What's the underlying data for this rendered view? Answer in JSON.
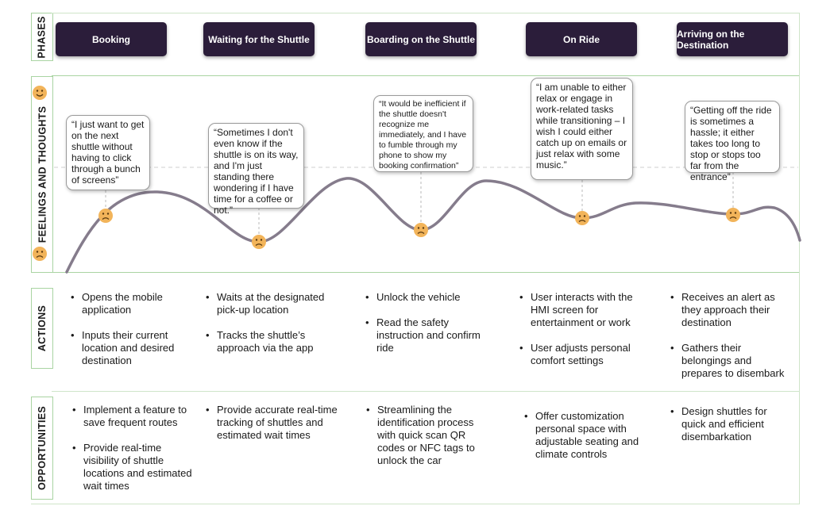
{
  "row_labels": {
    "phases": "PHASES",
    "feelings": "FEELINGS AND THOUGHTS",
    "actions": "ACTIONS",
    "opportunities": "OPPORTUNITIES"
  },
  "phases": [
    "Booking",
    "Waiting for the Shuttle",
    "Boarding on the Shuttle",
    "On Ride",
    "Arriving on the Destination"
  ],
  "quotes": [
    "“I just want to get on the next shuttle without having to click through a bunch of screens”",
    "“Sometimes I don't even know if the shuttle is on its way, and I'm just standing there wondering if I have time for a coffee or not.”",
    "“It would be inefficient if the shuttle doesn't recognize me immediately, and I have to fumble through my phone to show my booking confirmation”",
    "“I am unable to either relax or engage in work-related tasks while transitioning – I wish I could either catch up on emails or just relax with some music.”",
    "“Getting off the ride is sometimes a hassle; it either takes too long to stop or stops too far from the entrance”"
  ],
  "actions": [
    [
      "Opens the mobile application",
      "Inputs their current location and desired destination"
    ],
    [
      "Waits at the designated pick-up location",
      "Tracks the shuttle’s approach via the app"
    ],
    [
      "Unlock the vehicle",
      "Read the safety instruction and confirm ride"
    ],
    [
      "User interacts with the HMI screen for entertainment or work",
      "User adjusts personal comfort settings"
    ],
    [
      "Receives an alert as they approach their destination",
      "Gathers their belongings and prepares to disembark"
    ]
  ],
  "opportunities": [
    [
      "Implement a feature to save frequent routes",
      "Provide real-time visibility of shuttle locations and estimated wait times"
    ],
    [
      "Provide accurate real-time tracking of shuttles and estimated wait times"
    ],
    [
      "Streamlining the identification process with quick scan QR codes or NFC tags to unlock the car"
    ],
    [
      "Offer customization personal space with adjustable seating and climate controls"
    ],
    [
      "Design shuttles for quick and efficient disembarkation"
    ]
  ],
  "emotion_icons": [
    "happy-face-icon",
    "sad-face-icon"
  ],
  "colors": {
    "phase_button": "#2b1d3a",
    "curve": "#857c8c",
    "face": "#f2b45a",
    "border": "#a9d4a2"
  }
}
